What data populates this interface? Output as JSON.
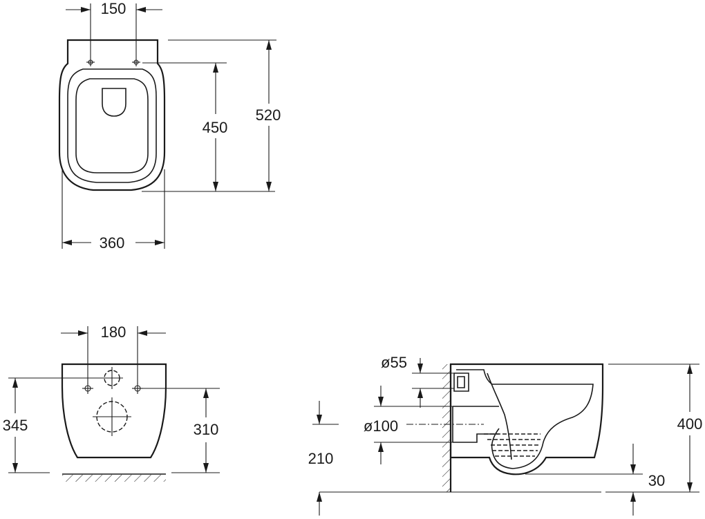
{
  "top_view": {
    "dim_fixing_spacing": "150",
    "dim_seat_length": "450",
    "dim_total_length": "520",
    "dim_width": "360"
  },
  "front_view": {
    "dim_fixing_spacing": "180",
    "dim_left_height": "345",
    "dim_right_height": "310"
  },
  "side_view": {
    "dim_inlet_diameter": "ø55",
    "dim_outlet_diameter": "ø100",
    "dim_outlet_height": "210",
    "dim_total_height": "400",
    "dim_floor_clearance": "30"
  }
}
